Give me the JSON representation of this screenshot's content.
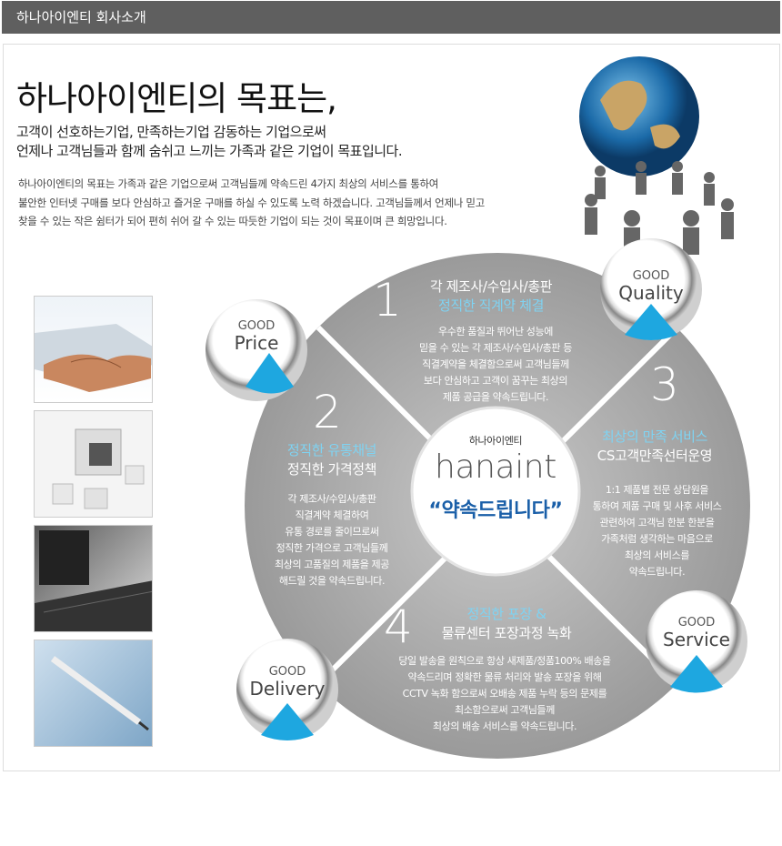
{
  "header": {
    "title": "하나아이엔티 회사소개"
  },
  "intro": {
    "title": "하나아이엔티의 목표는,",
    "subtitle": [
      "고객이 선호하는기업, 만족하는기업 감동하는 기업으로써",
      "언제나 고객님들과 함께 숨쉬고 느끼는 가족과 같은 기업이 목표입니다."
    ],
    "description": [
      "하나아이엔티의 목표는 가족과 같은 기업으로써 고객님들께 약속드린 4가지 최상의 서비스를 통하여",
      "불안한 인터넷 구매를 보다 안심하고 즐거운 구매를 하실 수 있도록 노력 하겠습니다. 고객님들께서 언제나 믿고",
      "찾을 수 있는 작은 쉼터가 되어 편히 쉬어 갈 수 있는  따듯한 기업이 되는 것이 목표이며 큰 희망입니다."
    ]
  },
  "center": {
    "small": "하나아이엔티",
    "logo": "hanaint",
    "promise": "“약속드립니다”"
  },
  "badges": [
    {
      "good": "GOOD",
      "word": "Price"
    },
    {
      "good": "GOOD",
      "word": "Quality"
    },
    {
      "good": "GOOD",
      "word": "Service"
    },
    {
      "good": "GOOD",
      "word": "Delivery"
    }
  ],
  "sections": [
    {
      "num": "1",
      "title": "각 제조사/수입사/총판",
      "highlight": "정직한 직계약 체결",
      "body": [
        "우수한 품질과 뛰어난 성능에",
        "믿을 수 있는 각 제조사/수입사/총판 등",
        "직결계약을 체결함으로써 고객님들께",
        "보다 안심하고 고객이 꿈꾸는 최상의",
        "제품 공급을 약속드립니다."
      ]
    },
    {
      "num": "2",
      "highlight": "정직한 유통채널",
      "title": "정직한 가격정책",
      "body": [
        "각 제조사/수입사/총판",
        "직결계약 체결하여",
        "유통 경로를 줄이므로써",
        "정직한 가격으로 고객님들께",
        "최상의 고품질의 제품을 제공",
        "해드릴 것을 약속드립니다."
      ]
    },
    {
      "num": "3",
      "highlight": "최상의 만족 서비스",
      "title": "CS고객만족선터운영",
      "body": [
        "1:1 제품별 전문 상담원을",
        "통하여 제품 구매 및 사후 서비스",
        "관련하여 고객님 한분 한분을",
        "가족처럼 생각하는 마음으로",
        "최상의 서비스를",
        "약속드립니다."
      ]
    },
    {
      "num": "4",
      "highlight": "정직한 포장 &",
      "title": "물류센터 포장과정 녹화",
      "body": [
        "당일 발송을 원칙으로 항상 새제품/정품100% 배송을",
        "약속드리며  정확한 물류 처리와 발송 포장을 위해",
        "CCTV 녹화 함으로써 오배송  제품 누락 등의 문제를",
        "최소함으로써 고객님들께",
        "최상의 배송 서비스를 약속드립니다."
      ]
    }
  ],
  "colors": {
    "header": "#5f5f5f",
    "accent": "#7fd3f2",
    "blue": "#1a5fa8",
    "triangle": "#1ea7e0"
  }
}
